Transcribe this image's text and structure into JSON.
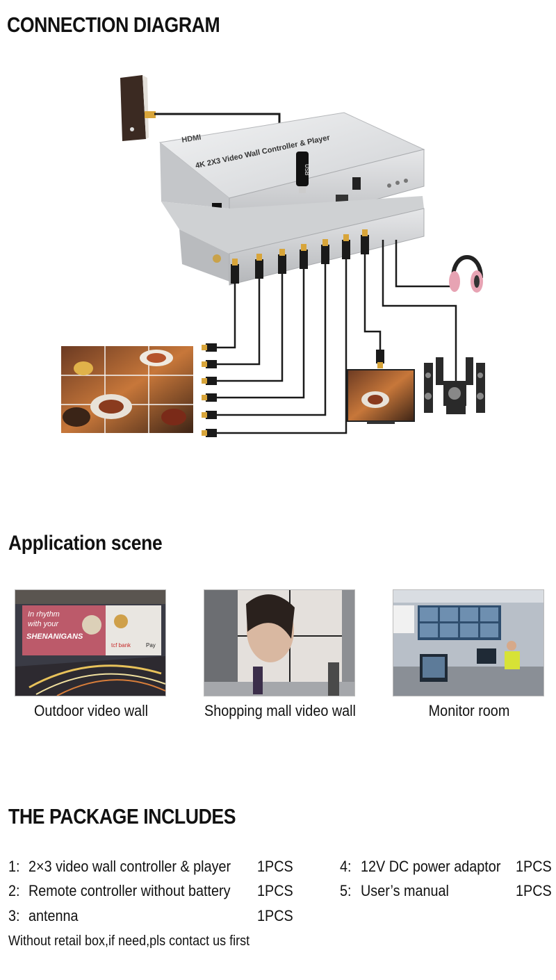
{
  "sections": {
    "connection_title": "CONNECTION DIAGRAM",
    "application_title": "Application scene",
    "package_title": "THE PACKAGE INCLUDES"
  },
  "device": {
    "brand": "HDMI",
    "name": "4K 2X3 Video Wall Controller & Player",
    "usb_label": "USB"
  },
  "scenes": [
    {
      "caption": "Outdoor video wall",
      "sign_text_1": "In rhythm",
      "sign_text_2": "with your",
      "sign_text_3": "SHENANIGANS",
      "sign_text_4": "tcf bank",
      "sign_text_5": "Pay"
    },
    {
      "caption": "Shopping mall video wall"
    },
    {
      "caption": "Monitor room"
    }
  ],
  "package": {
    "items": [
      {
        "num": "1:",
        "name": "2×3 video wall controller & player",
        "qty": "1PCS"
      },
      {
        "num": "2:",
        "name": "Remote controller without battery",
        "qty": "1PCS"
      },
      {
        "num": "3:",
        "name": "antenna",
        "qty": "1PCS"
      },
      {
        "num": "4:",
        "name": "12V DC power adaptor",
        "qty": "1PCS"
      },
      {
        "num": "5:",
        "name": "User’s manual",
        "qty": "1PCS"
      }
    ],
    "note": "Without retail box,if need,pls contact us first"
  },
  "colors": {
    "cable": "#1a1a1a",
    "device_body": "#d9dadc",
    "device_panel": "#bfc1c4",
    "hdmi_gold": "#d8a53a",
    "headphone_pink": "#e7a3b3"
  }
}
